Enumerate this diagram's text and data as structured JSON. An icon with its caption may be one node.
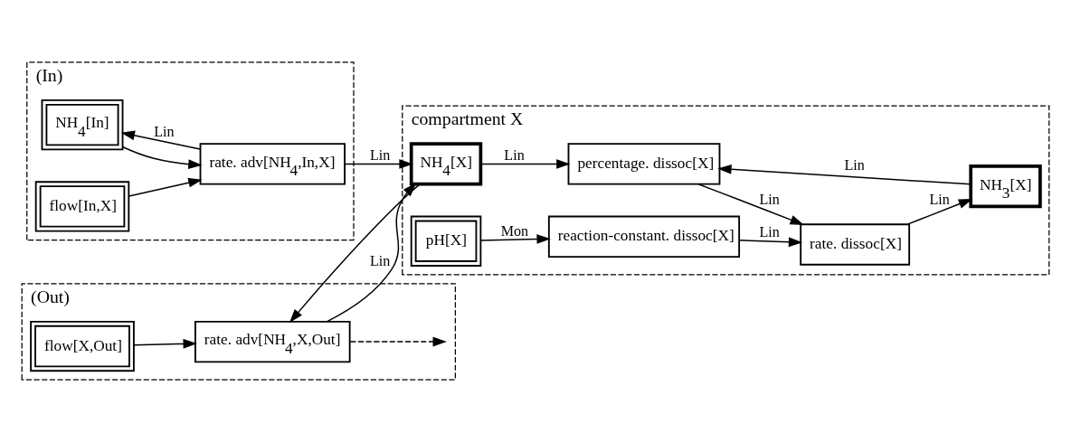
{
  "diagram": {
    "nodes": [
      {
        "text": [
          "(In)"
        ]
      },
      {
        "text": [
          "compartment X"
        ]
      },
      {
        "text": [
          "(Out)"
        ]
      },
      {
        "text": [
          "NH$_{4}$[In]"
        ],
        "in": 0
      },
      {
        "text": [
          "rate. adv[NH$_{4}$,In,X]"
        ],
        "in": 0
      },
      {
        "text": [
          "flow[In,X]"
        ],
        "in": 0
      },
      {
        "text": [
          "NH$_{4}$[X]"
        ],
        "in": 1
      },
      {
        "text": [
          "percentage. dissoc[X]"
        ],
        "in": 1
      },
      {
        "text": [
          "rate. dissoc[X]"
        ],
        "in": 1
      },
      {
        "text": [
          "reaction-constant. dissoc[X]"
        ],
        "in": 1
      },
      {
        "text": [
          "NH$_{3}$[X]"
        ],
        "in": 1
      },
      {
        "text": [
          "pH[X]"
        ],
        "in": 1
      },
      {
        "text": [
          "rate. adv[NH$_{4}$,X,Out]"
        ],
        "in": 2
      },
      {
        "text": [
          "flow[X,Out]"
        ],
        "in": 2
      }
    ],
    "edges": [
      {
        "from": 3,
        "to": 4,
        "arrow": "to"
      },
      {
        "from": 4,
        "to": 3,
        "arrow": "to",
        "label": "Lin"
      },
      {
        "from": 5,
        "to": 4,
        "arrow": "to"
      },
      {
        "from": 4,
        "to": 6,
        "arrow": "to",
        "label": "Lin"
      },
      {
        "from": 12,
        "to": 6,
        "arrow": "to",
        "label": "Lin"
      },
      {
        "from": 6,
        "to": 12,
        "arrow": "to"
      },
      {
        "from": 6,
        "to": 7,
        "arrow": "to",
        "label": "Lin"
      },
      {
        "from": 10,
        "to": 7,
        "arrow": "to",
        "label": "Lin"
      },
      {
        "from": 7,
        "to": 8,
        "arrow": "to",
        "label": "Lin"
      },
      {
        "from": 9,
        "to": 8,
        "arrow": "to",
        "label": "Lin"
      },
      {
        "from": 11,
        "to": 9,
        "arrow": "to",
        "label": "Mon"
      },
      {
        "from": 8,
        "to": 10,
        "arrow": "to",
        "label": "Lin"
      },
      {
        "from": 13,
        "to": 12,
        "arrow": "to"
      },
      {
        "from": 12,
        "to": null,
        "arrow": "to",
        "style": "dashed"
      }
    ]
  }
}
